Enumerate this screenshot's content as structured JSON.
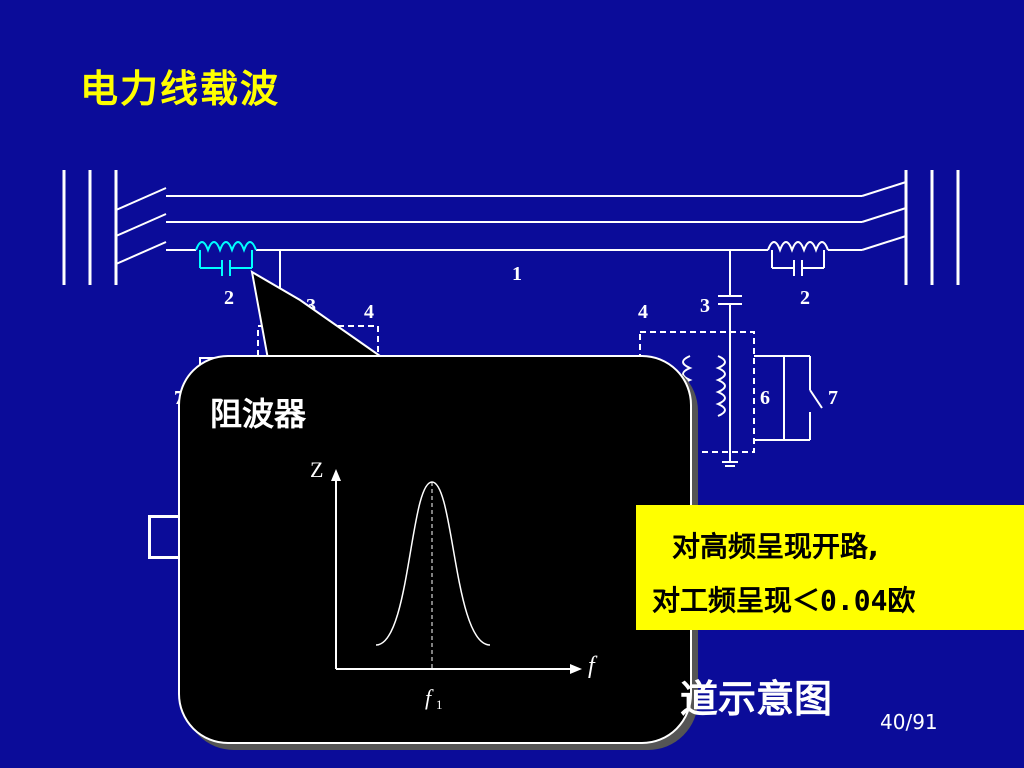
{
  "slide": {
    "title": "电力线载波",
    "page_number": "40/91",
    "caption_partial": "道示意图"
  },
  "diagram": {
    "labels": {
      "line": "1",
      "trap_left": "2",
      "trap_right": "2",
      "capacitor_left": "3",
      "capacitor_right": "3",
      "filter_left": "4",
      "filter_right": "4",
      "device_right": "6",
      "switch_left": "7",
      "switch_right": "7"
    }
  },
  "popup": {
    "title": "阻波器",
    "graph": {
      "y_axis": "Z",
      "x_axis": "f",
      "center_label": "f",
      "center_subscript": "1"
    }
  },
  "note": {
    "line1": "对高频呈现开路,",
    "line2": "对工频呈现＜0.04欧"
  },
  "colors": {
    "background": "#0b0c99",
    "title": "#ffff00",
    "note_bg": "#ffff00",
    "popup_bg": "#000000"
  }
}
